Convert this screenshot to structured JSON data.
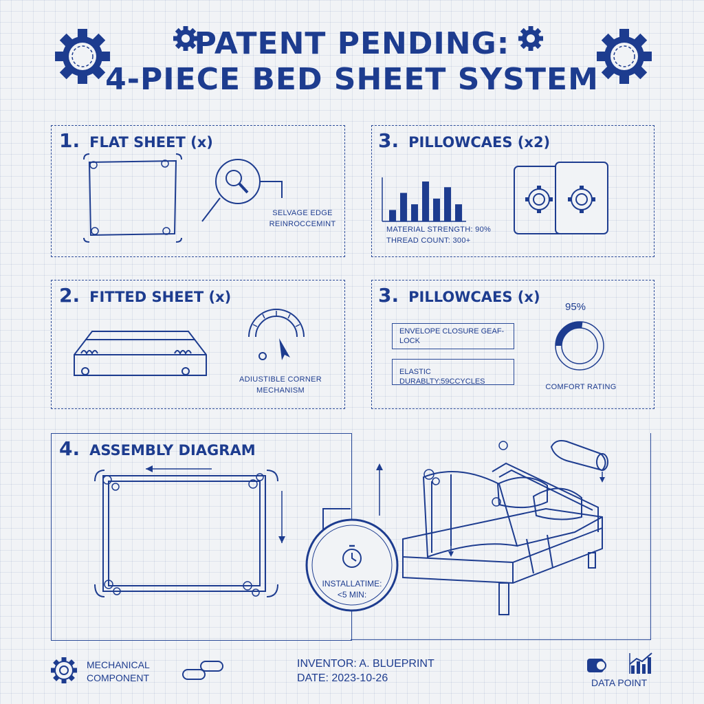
{
  "header": {
    "title_line1": "PATENT PENDING:",
    "title_line2": "4-PIECE BED SHEET SYSTEM"
  },
  "panels": {
    "flat_sheet": {
      "number": "1.",
      "title": "FLAT SHEET (x)",
      "callout": "SELVAGE EDGE REINROCCEMINT"
    },
    "pillowcases_top": {
      "number": "3.",
      "title": "PILLOWCAES (x2)",
      "chart_label_1": "MATERIAL STRENGTH: 90%",
      "chart_label_2": "THREAD COUNT: 300+"
    },
    "fitted_sheet": {
      "number": "2.",
      "title": "FITTED SHEET (x)",
      "callout": "ADIUSTIBLE CORNER MECHANISM"
    },
    "pillowcases_bottom": {
      "number": "3.",
      "title": "PILLOWCAES (x)",
      "box_1": "ENVELOPE CLOSURE GEAF-LOCK",
      "box_2": "ELASTIC DURABLTY:59CCYCLES",
      "donut_value": "95%",
      "donut_caption": "COMFORT RATING"
    },
    "assembly": {
      "number": "4.",
      "title": "ASSEMBLY DIAGRAM",
      "timer_line1": "INSTALLATIME:",
      "timer_line2": "<5 MIN:"
    }
  },
  "footer": {
    "legend_gear": "MECHANICAL COMPONENT",
    "inventor": "INVENTOR: A. BLUEPRINT",
    "date": "DATE: 2023-10-26",
    "data_point": "DATA POINT"
  },
  "chart_data": {
    "type": "bar",
    "values": [
      2,
      5,
      3,
      7,
      4,
      6,
      3
    ]
  },
  "donut": {
    "percent": 95
  },
  "colors": {
    "ink": "#1d3c8f",
    "paper": "#f1f3f6"
  },
  "icons": [
    "gear-icon",
    "magnifier-icon",
    "gauge-icon",
    "stopwatch-icon",
    "bed-icon",
    "link-icon",
    "chart-icon"
  ]
}
